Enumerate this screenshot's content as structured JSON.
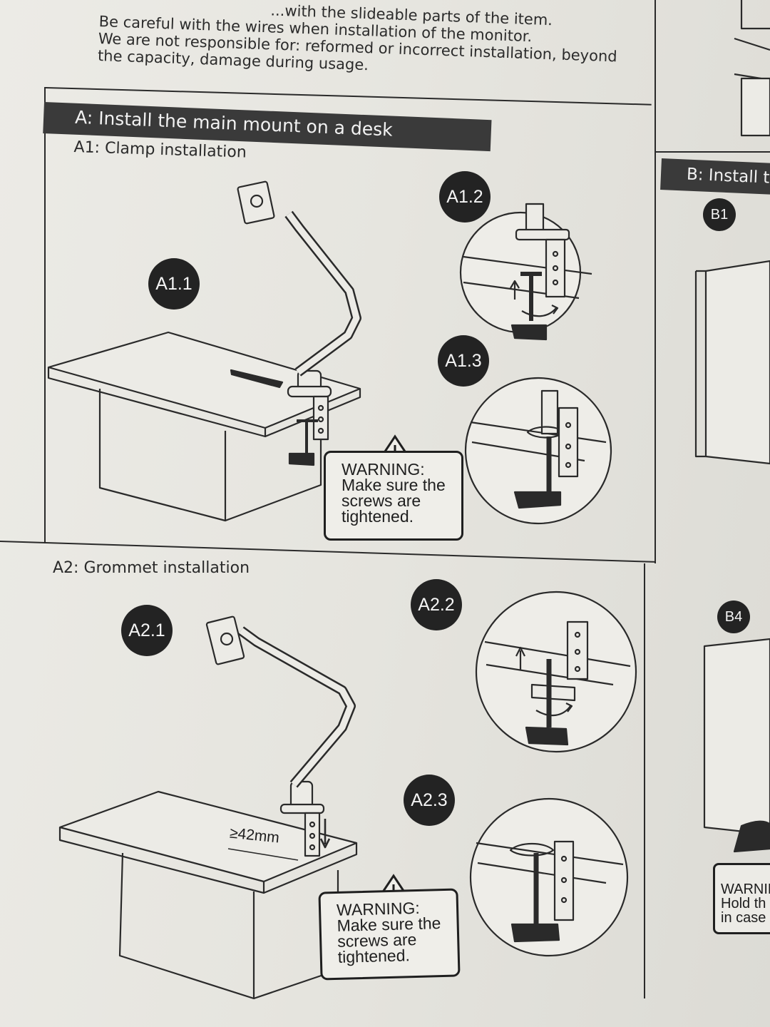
{
  "intro": {
    "lines": [
      "...with the slideable parts of the item.",
      "Be careful with the wires when installation of the monitor.",
      "We are not responsible for: reformed or incorrect installation, beyond",
      "the capacity, damage during usage."
    ]
  },
  "section_a": {
    "title": "A: Install the main mount on a desk",
    "a1": {
      "title": "A1: Clamp installation",
      "steps": [
        "A1.1",
        "A1.2",
        "A1.3"
      ],
      "warning": [
        "WARNING:",
        "Make sure the",
        "screws are",
        "tightened."
      ]
    },
    "a2": {
      "title": "A2: Grommet installation",
      "steps": [
        "A2.1",
        "A2.2",
        "A2.3"
      ],
      "measurement": "≥42mm",
      "warning": [
        "WARNING:",
        "Make sure the",
        "screws are",
        "tightened."
      ]
    }
  },
  "section_b": {
    "title": "B: Install t",
    "steps": [
      "B1",
      "B4"
    ],
    "warning": [
      "WARNIN",
      "Hold th",
      "in case c"
    ]
  },
  "icons": {
    "warning_triangle": "warning-triangle-icon",
    "arrow": "arrow-icon",
    "rotate": "rotate-arrow-icon"
  }
}
